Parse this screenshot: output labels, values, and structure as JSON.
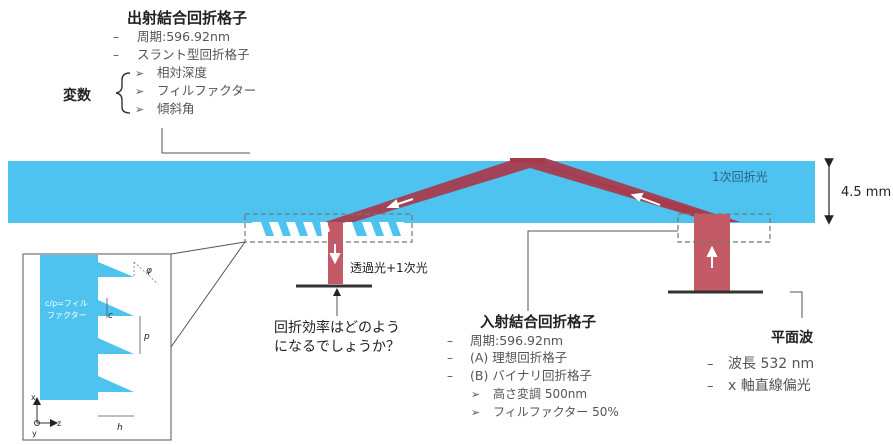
{
  "colors": {
    "substrate": "#4fc3ef",
    "beam": "#a8394a",
    "beam_light": "#d06b76",
    "grating_stripe": "#ffffff",
    "dashed_box": "#777777",
    "text": "#222222",
    "subtext": "#555555"
  },
  "out_coupler": {
    "title": "出射結合回折格子",
    "items": [
      {
        "bullet": "–",
        "text": "周期:596.92nm"
      },
      {
        "bullet": "–",
        "text": "スラント型回折格子"
      }
    ],
    "variables_label": "変数",
    "variables": [
      {
        "bullet": "➢",
        "text": "相対深度"
      },
      {
        "bullet": "➢",
        "text": "フィルファクター"
      },
      {
        "bullet": "➢",
        "text": "傾斜角"
      }
    ]
  },
  "substrate": {
    "first_order_label": "1次回折光",
    "thickness_label": "4.5 mm"
  },
  "transmitted": {
    "label": "透過光+1次光"
  },
  "question": {
    "line1": "回折効率はどのよう",
    "line2": "になるでしょうか？"
  },
  "in_coupler": {
    "title": "入射結合回折格子",
    "items": [
      {
        "bullet": "–",
        "text": "周期:596.92nm"
      },
      {
        "bullet": "–",
        "text": "(A) 理想回折格子"
      },
      {
        "bullet": "–",
        "text": "(B) バイナリ回折格子"
      }
    ],
    "subitems": [
      {
        "bullet": "➢",
        "text": "高さ変調 500nm"
      },
      {
        "bullet": "➢",
        "text": "フィルファクター 50%"
      }
    ]
  },
  "plane_wave": {
    "title": "平面波",
    "items": [
      {
        "bullet": "–",
        "text": "波長 532 nm"
      },
      {
        "bullet": "–",
        "text": "x 軸直線偏光"
      }
    ]
  },
  "inset": {
    "fill_factor_label_1": "c/p=フィル",
    "fill_factor_label_2": "ファクター",
    "phi": "φ",
    "c": "c",
    "p": "p",
    "h": "h",
    "axis_x": "x",
    "axis_z": "z",
    "axis_y": "y"
  }
}
